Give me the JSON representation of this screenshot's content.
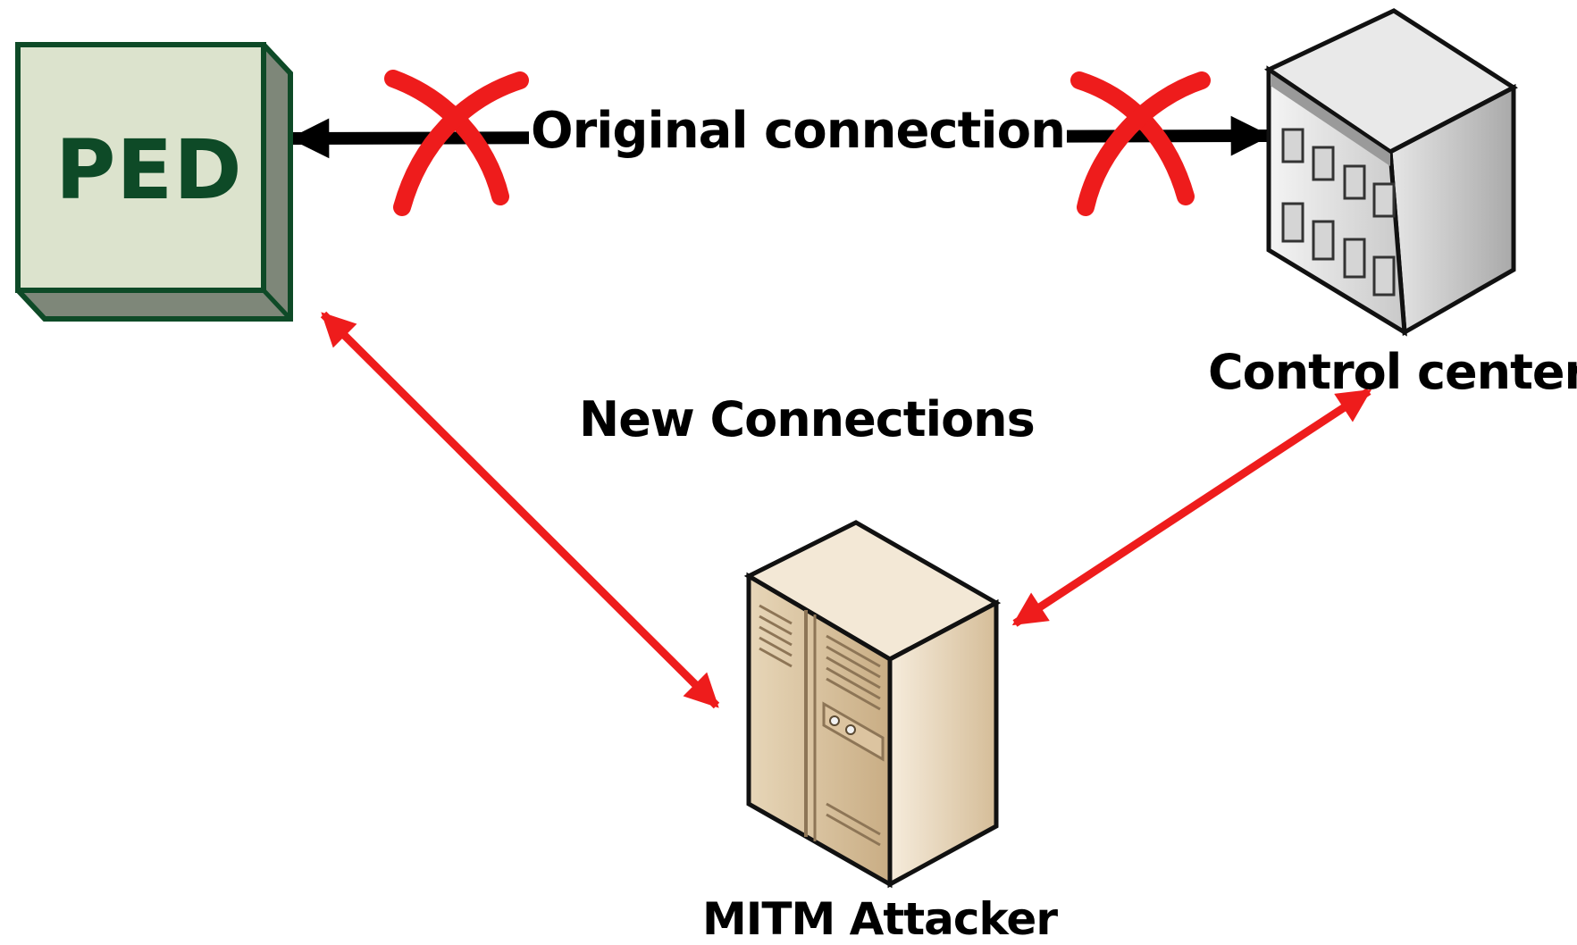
{
  "nodes": {
    "ped": {
      "label": "PED"
    },
    "control_center": {
      "label": "Control center"
    },
    "attacker": {
      "label": "MITM Attacker"
    }
  },
  "edges": {
    "original": {
      "label": "Original connection",
      "status": "broken"
    },
    "new": {
      "label": "New Connections"
    }
  },
  "colors": {
    "ped_fill": "#dce3cd",
    "ped_border": "#0e4a27",
    "new_connection": "#ee1c1c",
    "broken_mark": "#ee1c1c",
    "original_connection": "#000000"
  }
}
